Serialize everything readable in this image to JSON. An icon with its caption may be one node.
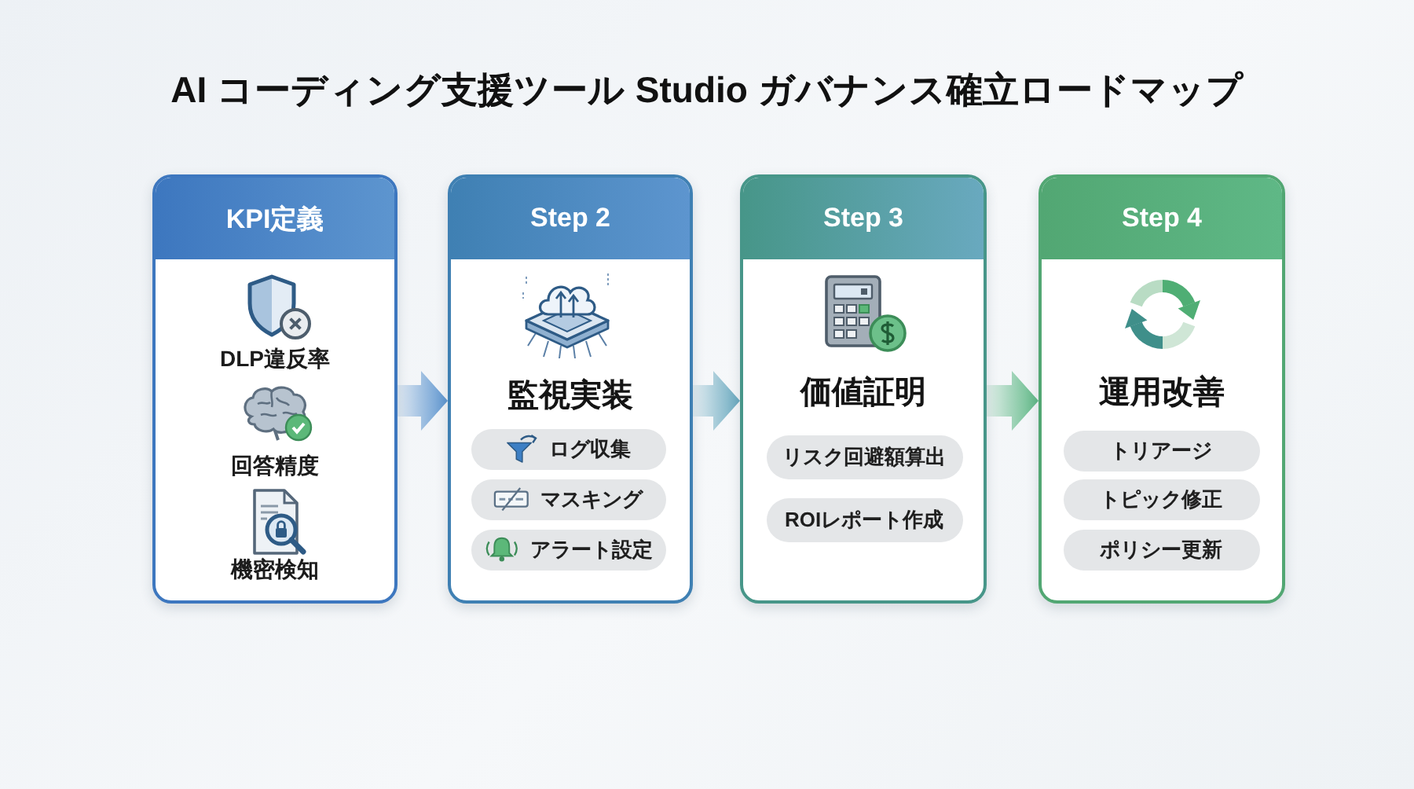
{
  "diagram": {
    "title": "AI コーディング支援ツール Studio ガバナンス確立ロードマップ",
    "nodes": [
      {
        "text": [
          "KPI定義",
          "DLP違反率",
          "回答精度",
          "機密検知"
        ]
      },
      {
        "text": [
          "Step 2",
          "監視実装"
        ]
      },
      {
        "text": [
          "ログ収集"
        ],
        "in": 1
      },
      {
        "text": [
          "マスキング"
        ],
        "in": 1
      },
      {
        "text": [
          "アラート設定"
        ],
        "in": 1
      },
      {
        "text": [
          "Step 3",
          "価値証明"
        ]
      },
      {
        "text": [
          "リスク回避額算出"
        ],
        "in": 5
      },
      {
        "text": [
          "ROIレポート作成"
        ],
        "in": 5
      },
      {
        "text": [
          "Step 4",
          "運用改善"
        ]
      },
      {
        "text": [
          "トリアージ"
        ],
        "in": 8
      },
      {
        "text": [
          "トピック修正"
        ],
        "in": 8
      },
      {
        "text": [
          "ポリシー更新"
        ],
        "in": 8
      }
    ],
    "edges": [
      {
        "from": 0,
        "to": 1,
        "arrow": "to"
      },
      {
        "from": 1,
        "to": 5,
        "arrow": "to"
      },
      {
        "from": 5,
        "to": 8,
        "arrow": "to"
      }
    ]
  }
}
